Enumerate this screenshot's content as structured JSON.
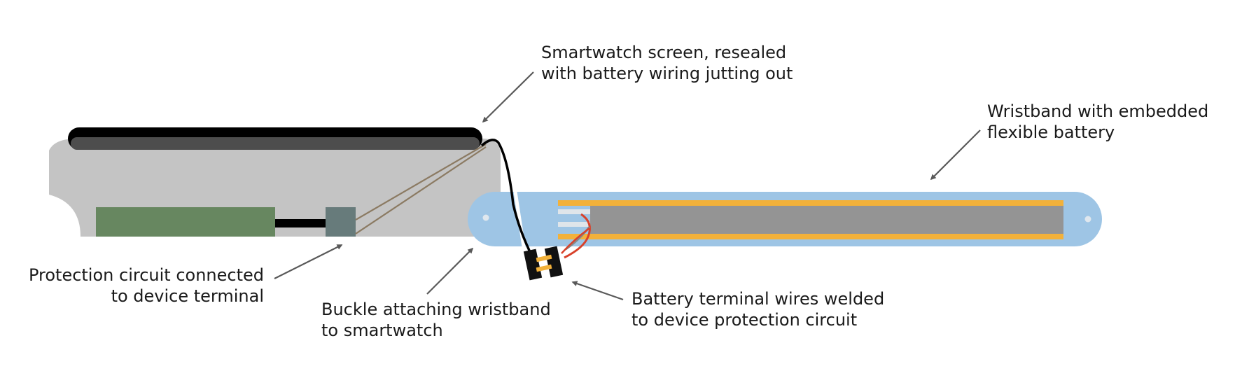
{
  "labels": {
    "screen": [
      "Smartwatch screen, resealed",
      "with battery wiring jutting out"
    ],
    "wristband": [
      "Wristband with embedded",
      "flexible battery"
    ],
    "protection": [
      "Protection circuit connected",
      "to device terminal"
    ],
    "buckle": [
      "Buckle attaching wristband",
      "to smartwatch"
    ],
    "terminal": [
      "Battery terminal wires welded",
      "to device protection circuit"
    ]
  },
  "colors": {
    "watch_body": "#c4c4c4",
    "screen_glass": "#000000",
    "screen_inner": "#4d4d4d",
    "pcb": "#678760",
    "terminal_block": "#677b7b",
    "band": "#9ec5e5",
    "battery_core": "#949494",
    "battery_edge": "#f2b13a",
    "wire_red": "#d8412a",
    "wire_grey": "#888888",
    "leader_brown": "#8b7a62",
    "arrow": "#595959"
  }
}
